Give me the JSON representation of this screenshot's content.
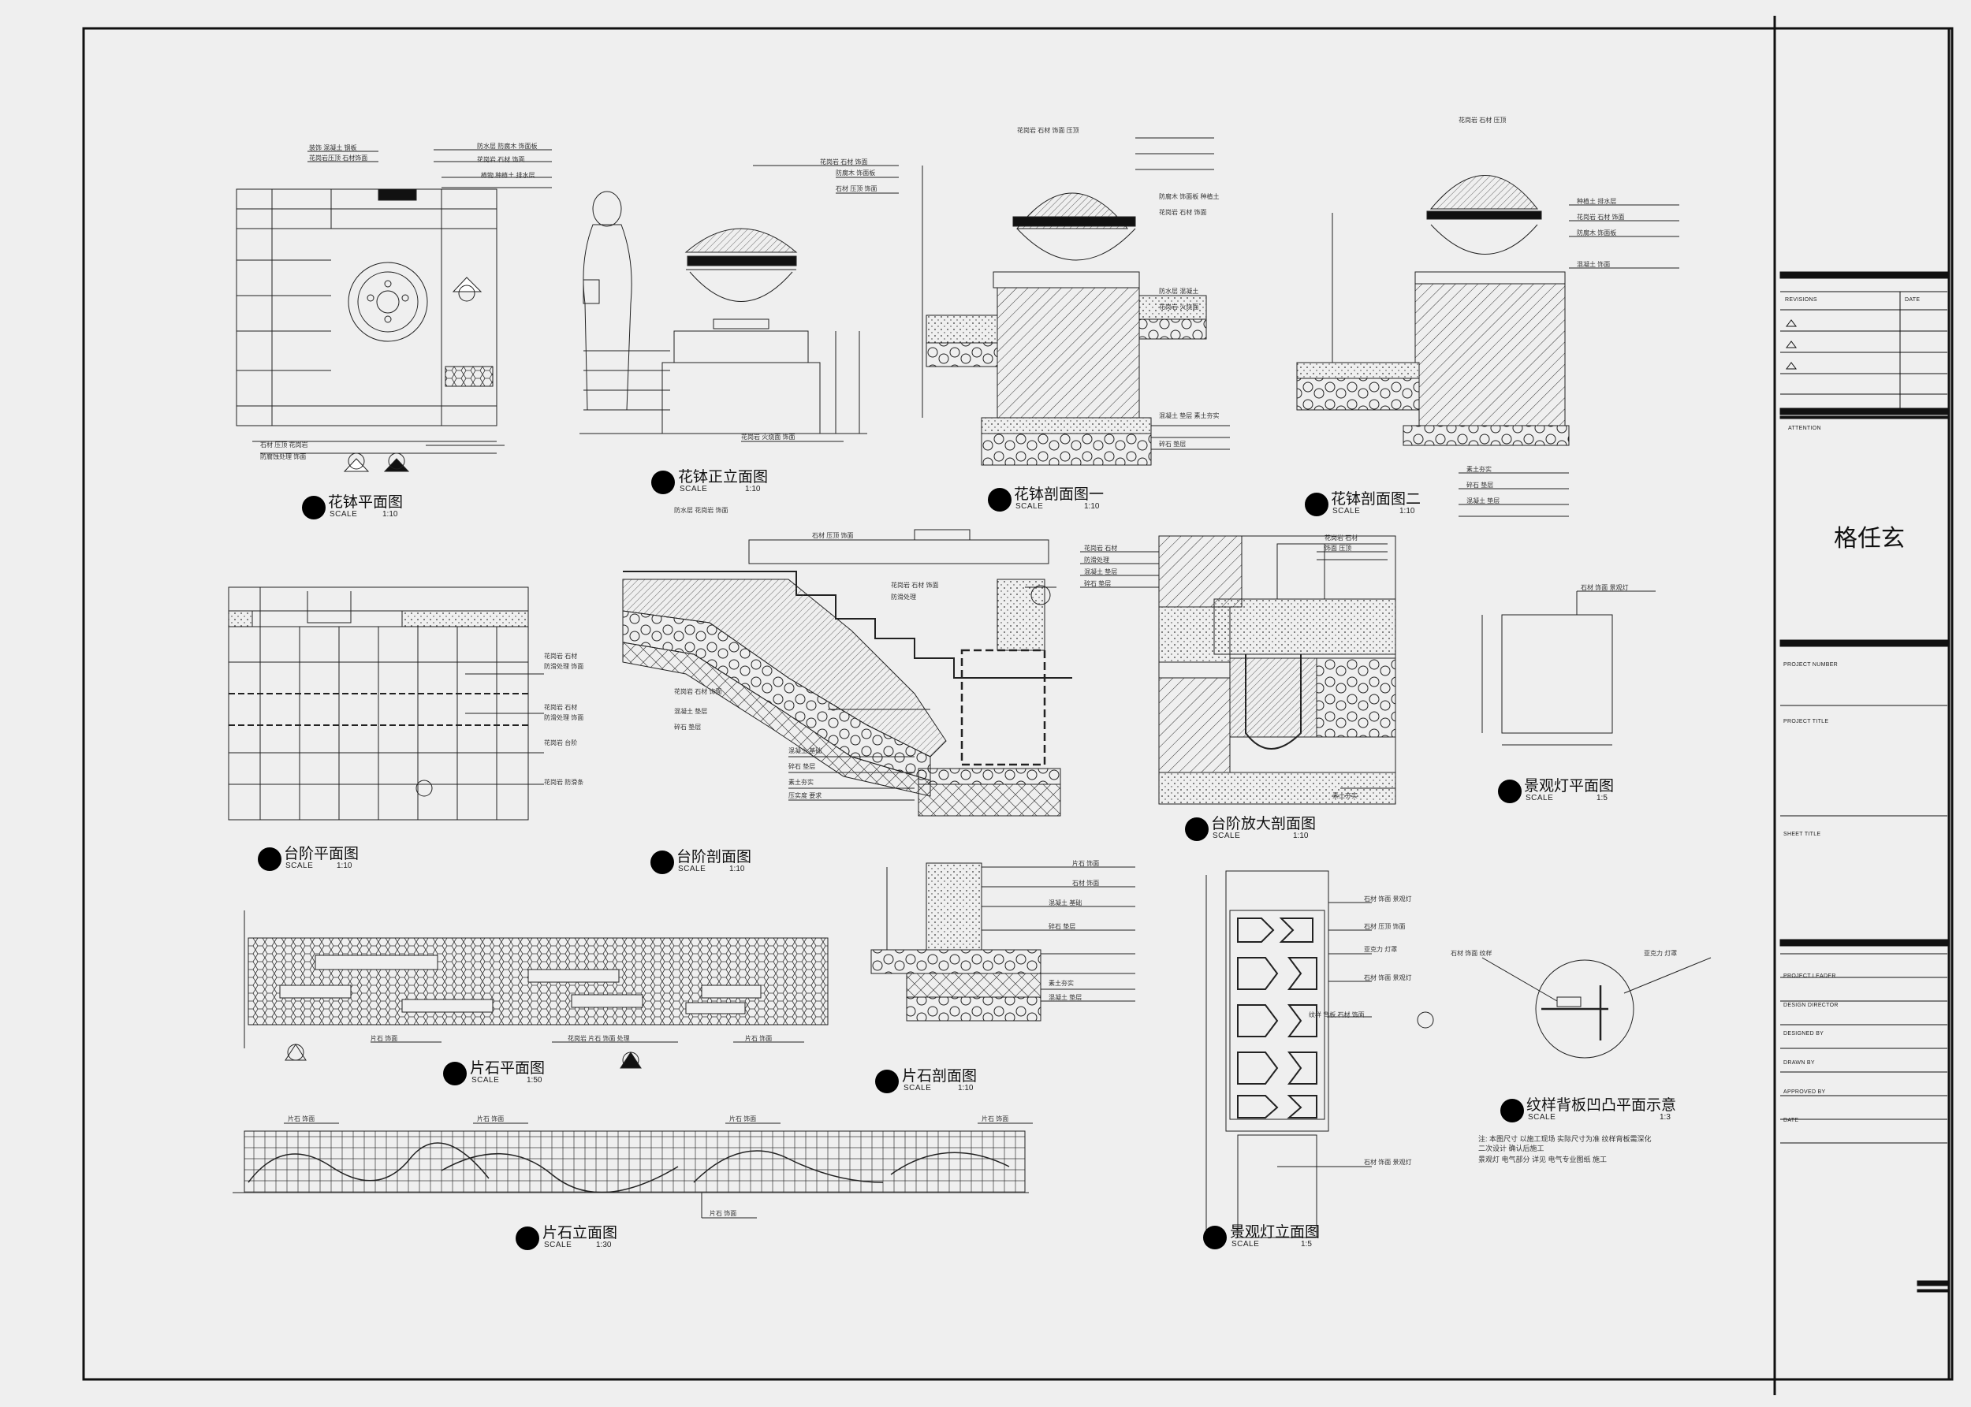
{
  "titles": [
    {
      "name": "花钵平面图",
      "scale_label": "SCALE",
      "scale": "1:10"
    },
    {
      "name": "花钵正立面图",
      "scale_label": "SCALE",
      "scale": "1:10"
    },
    {
      "name": "花钵剖面图一",
      "scale_label": "SCALE",
      "scale": "1:10"
    },
    {
      "name": "花钵剖面图二",
      "scale_label": "SCALE",
      "scale": "1:10"
    },
    {
      "name": "台阶平面图",
      "scale_label": "SCALE",
      "scale": "1:10"
    },
    {
      "name": "台阶剖面图",
      "scale_label": "SCALE",
      "scale": "1:10"
    },
    {
      "name": "台阶放大剖面图",
      "scale_label": "SCALE",
      "scale": "1:10"
    },
    {
      "name": "景观灯平面图",
      "scale_label": "SCALE",
      "scale": "1:5"
    },
    {
      "name": "片石平面图",
      "scale_label": "SCALE",
      "scale": "1:50"
    },
    {
      "name": "片石剖面图",
      "scale_label": "SCALE",
      "scale": "1:10"
    },
    {
      "name": "纹样背板凹凸平面示意",
      "scale_label": "SCALE",
      "scale": "1:3"
    },
    {
      "name": "片石立面图",
      "scale_label": "SCALE",
      "scale": "1:30"
    },
    {
      "name": "景观灯立面图",
      "scale_label": "SCALE",
      "scale": "1:5"
    }
  ],
  "title_block": {
    "revisions": "REVISIONS",
    "date": "DATE",
    "attention": "ATTENTION",
    "designer_name": "格任玄",
    "project_number": "PROJECT NUMBER",
    "project_title": "PROJECT TITLE",
    "sheet_title": "SHEET TITLE",
    "project_leader": "PROJECT LEADER",
    "design_director": "DESIGN DIRECTOR",
    "designed_by": "DESIGNED BY",
    "drawn_by": "DRAWN BY",
    "approved_by": "APPROVED BY",
    "date_row": "DATE"
  },
  "colors": {
    "paper": "#efefef",
    "ink": "#111111"
  }
}
